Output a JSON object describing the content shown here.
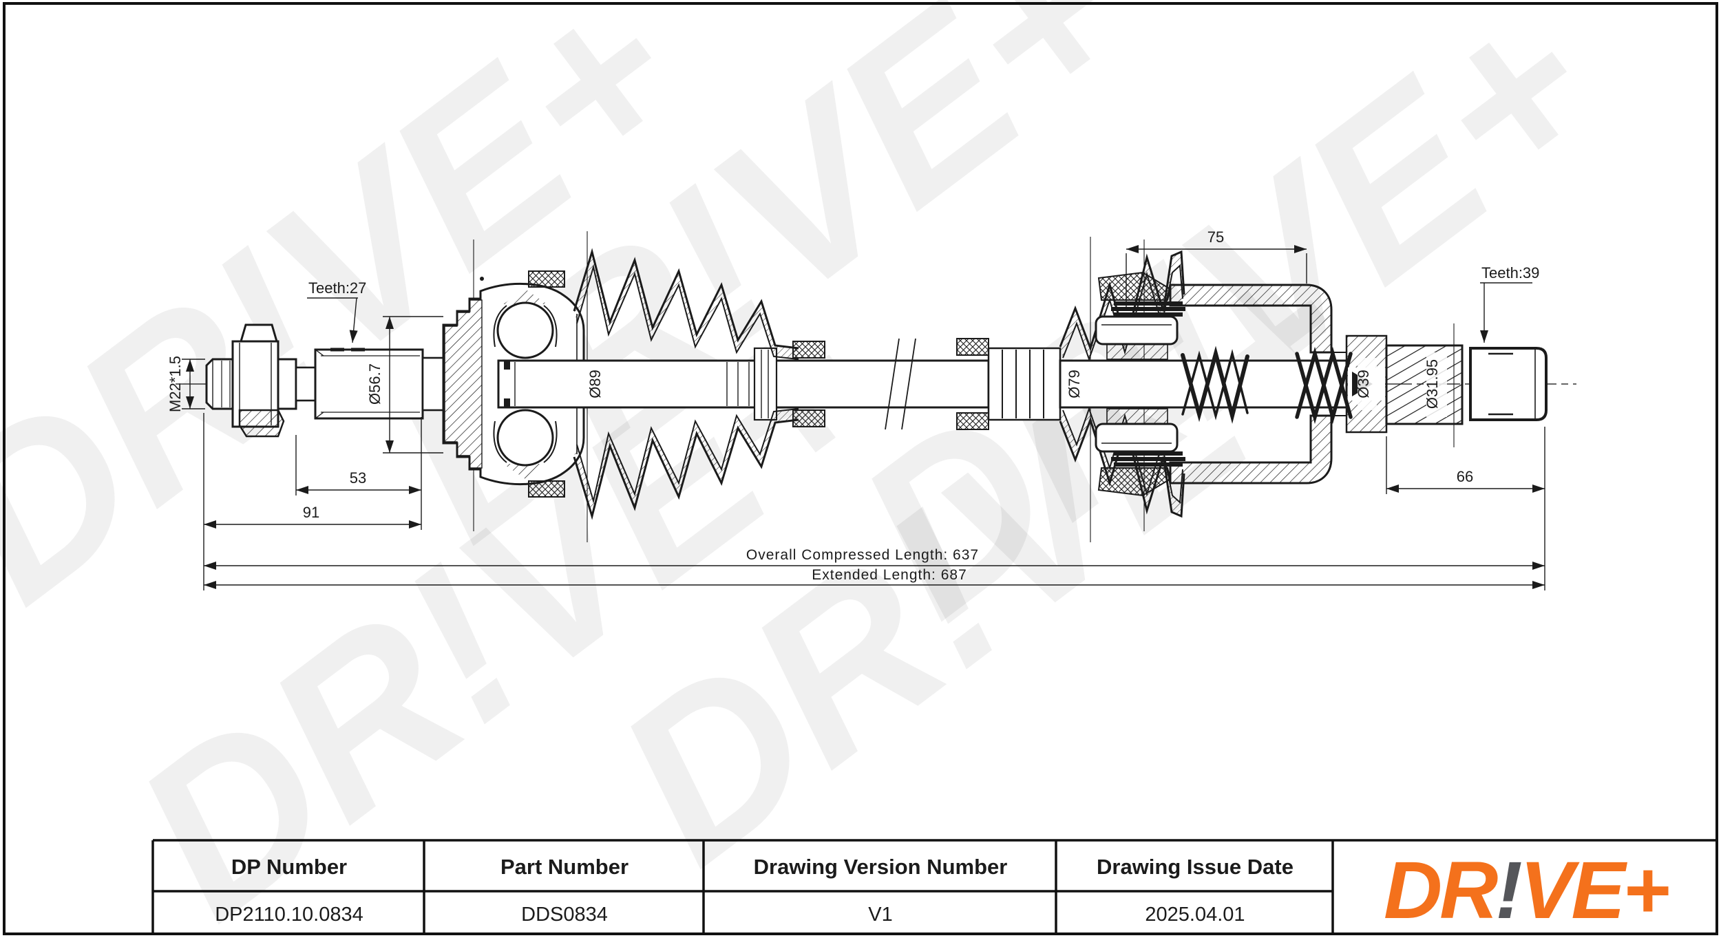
{
  "drawing": {
    "teeth_left_label": "Teeth:27",
    "teeth_right_label": "Teeth:39",
    "thread_label": "M22*1.5",
    "dia_spline_left": "Ø56.7",
    "dia_housing_left": "Ø89",
    "dia_boot_right": "Ø79",
    "dia_seal_right": "Ø39",
    "dia_spline_right": "Ø31.95",
    "dim_nut_to_joint": "53",
    "dim_tip_to_joint": "91",
    "dim_inner_joint_length": "75",
    "dim_right_spline_length": "66",
    "overall_compressed_label": "Overall  Compressed  Length: 637",
    "extended_label": "Extended  Length: 687",
    "watermark": "DR!VE+"
  },
  "title_block": {
    "columns": [
      {
        "header": "DP Number",
        "value": "DP2110.10.0834"
      },
      {
        "header": "Part Number",
        "value": "DDS0834"
      },
      {
        "header": "Drawing Version Number",
        "value": "V1"
      },
      {
        "header": "Drawing Issue Date",
        "value": "2025.04.01"
      }
    ],
    "logo_dr": "DR",
    "logo_bang": "!",
    "logo_ve": "VE+"
  },
  "colors": {
    "line": "#1b1b1b",
    "logo_orange": "#F4711C",
    "logo_gray": "#55565A"
  }
}
